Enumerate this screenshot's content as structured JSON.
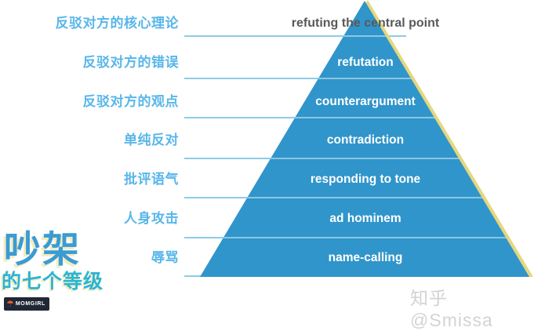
{
  "title": {
    "main": "吵架",
    "sub": "的七个等级"
  },
  "levels": [
    {
      "zh": "反驳对方的核心理论",
      "en": "refuting the central point"
    },
    {
      "zh": "反驳对方的错误",
      "en": "refutation"
    },
    {
      "zh": "反驳对方的观点",
      "en": "counterargument"
    },
    {
      "zh": "单纯反对",
      "en": "contradiction"
    },
    {
      "zh": "批评语气",
      "en": "responding to tone"
    },
    {
      "zh": "人身攻击",
      "en": "ad hominem"
    },
    {
      "zh": "辱骂",
      "en": "name-calling"
    }
  ],
  "watermark": "知乎 @Smissa",
  "logo": {
    "text": "MOMGIRL",
    "icon": "umbrella-icon"
  },
  "colors": {
    "pyramid_fill": "#3095ca",
    "pyramid_edge": "#e5d77f",
    "zh_label": "#58b6e9",
    "en_label_top": "#58595b",
    "en_label": "#ffffff",
    "guide_line": "#8ecbe8",
    "title_main": "#3b9bd3",
    "title_sub": "#2db4d4",
    "title_shadow": "#f2ecc2",
    "logo_bg": "#202836",
    "logo_icon": "#e8612c",
    "watermark": "#d3d3d3"
  }
}
